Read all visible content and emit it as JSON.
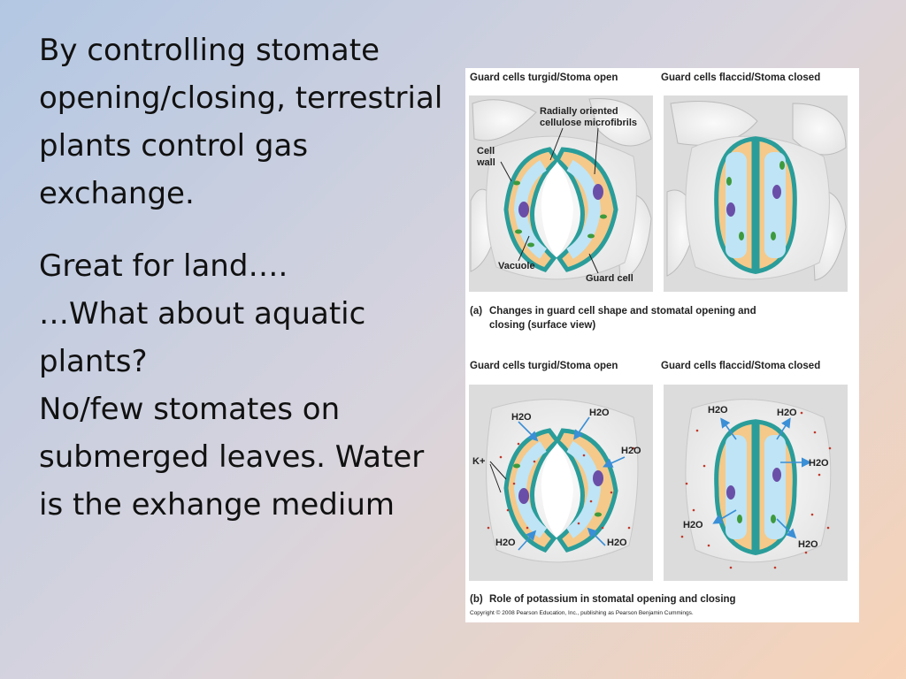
{
  "slide": {
    "paragraphs": [
      "By controlling stomate opening/closing, terrestrial plants control gas exchange.",
      "Great for land….",
      "…What about aquatic plants?",
      "No/few stomates on submerged leaves. Water is the exhange medium"
    ]
  },
  "figure": {
    "panel_a": {
      "left_title": "Guard cells turgid/Stoma open",
      "right_title": "Guard cells flaccid/Stoma closed",
      "labels": {
        "microfibrils": [
          "Radially oriented",
          "cellulose microfibrils"
        ],
        "cell_wall": [
          "Cell",
          "wall"
        ],
        "vacuole": "Vacuole",
        "guard_cell": "Guard cell"
      },
      "caption_prefix": "(a)",
      "caption": [
        "Changes in guard cell shape and stomatal opening and",
        "closing (surface view)"
      ]
    },
    "panel_b": {
      "left_title": "Guard cells turgid/Stoma open",
      "right_title": "Guard cells flaccid/Stoma closed",
      "water": "H2O",
      "potassium": "K+",
      "caption_prefix": "(b)",
      "caption": "Role of potassium in stomatal opening and closing"
    },
    "copyright": "Copyright © 2008 Pearson Education, Inc., publishing as Pearson Benjamin Cummings."
  }
}
